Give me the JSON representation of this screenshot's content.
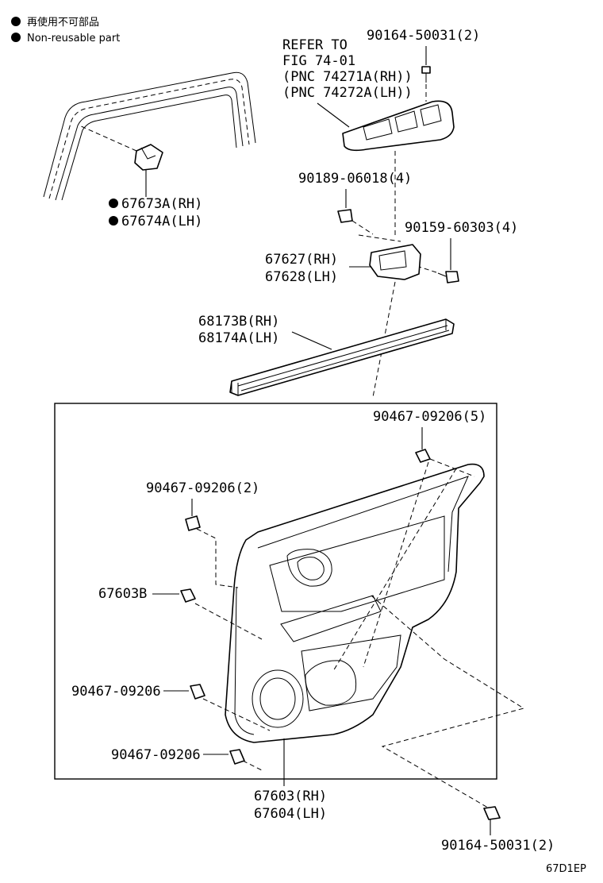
{
  "legend": {
    "jp_text": "再使用不可部品",
    "en_text": "Non-reusable part"
  },
  "diagram_code": "67D1EP",
  "labels": {
    "bolt_top": "90164-50031(2)",
    "refer_1": "REFER TO",
    "refer_2": "FIG 74-01",
    "refer_3": "(PNC 74271A(RH))",
    "refer_4": "(PNC 74272A(LH))",
    "clip_rh": "67673A(RH)",
    "clip_lh": "67674A(LH)",
    "nut_clip": "90189-06018(4)",
    "screw_4": "90159-60303(4)",
    "bracket_rh": "67627(RH)",
    "bracket_lh": "67628(LH)",
    "weather_rh": "68173B(RH)",
    "weather_lh": "68174A(LH)",
    "clip_5": "90467-09206(5)",
    "clip_2": "90467-09206(2)",
    "clip_b": "67603B",
    "clip_single_1": "90467-09206",
    "clip_single_2": "90467-09206",
    "panel_rh": "67603(RH)",
    "panel_lh": "67604(LH)",
    "bolt_bottom": "90164-50031(2)"
  }
}
